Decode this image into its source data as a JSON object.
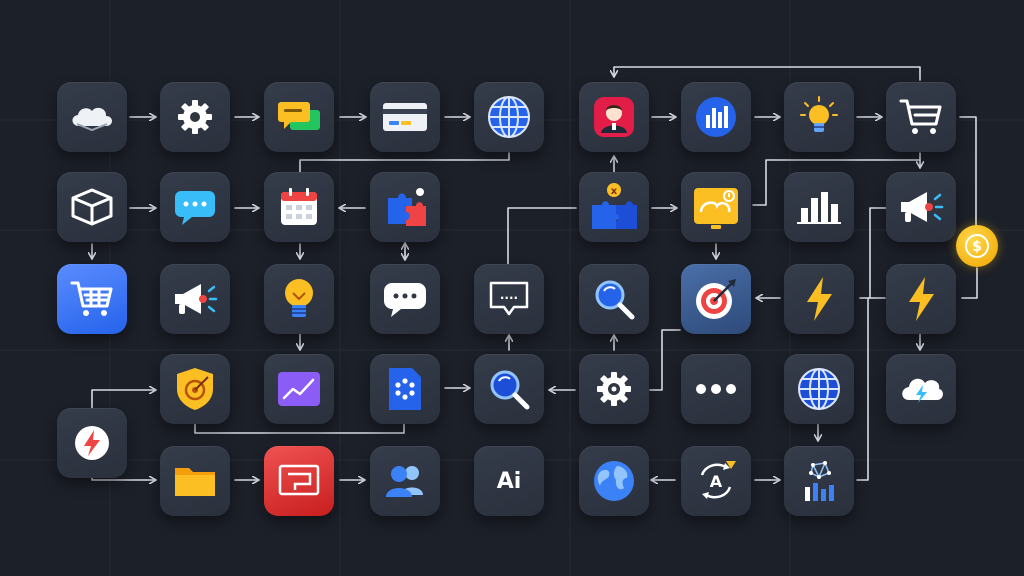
{
  "diagram": {
    "ai_label": "Ai",
    "search_dots": "....",
    "coin_symbol": "$",
    "badge_a": "A",
    "tag_x": "x"
  },
  "colors": {
    "background": "#1c2029",
    "tile": "#2f3541",
    "connector": "#d7dbe3",
    "accent_blue": "#3b82f6",
    "accent_yellow": "#fbbf24",
    "accent_red": "#ef4444"
  }
}
